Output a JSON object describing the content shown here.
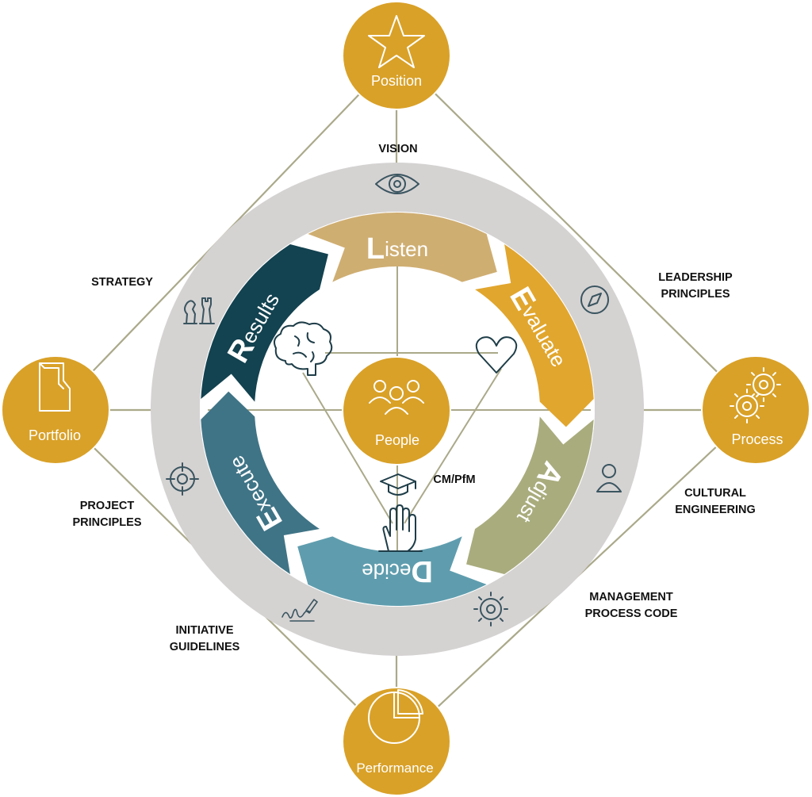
{
  "colors": {
    "gold": "#d9a128",
    "ring": "#d5d2d2",
    "connector": "#aaa98a",
    "listen": "#cfae72",
    "evaluate": "#e1a62e",
    "adjust": "#a9ac7d",
    "decide": "#5f9dae",
    "execute": "#3f7486",
    "results": "#134250",
    "icon": "#3a5560"
  },
  "nodes": {
    "position": "Position",
    "portfolio": "Portfolio",
    "process": "Process",
    "performance": "Performance",
    "center": "People"
  },
  "outer_labels": {
    "vision": "VISION",
    "strategy": "STRATEGY",
    "leadership": [
      "LEADERSHIP",
      "PRINCIPLES"
    ],
    "cultural": [
      "CULTURAL",
      "ENGINEERING"
    ],
    "project": [
      "PROJECT",
      "PRINCIPLES"
    ],
    "management": [
      "MANAGEMENT",
      "PROCESS CODE"
    ],
    "initiative": [
      "INITIATIVE",
      "GUIDELINES"
    ]
  },
  "cycle": {
    "listen": {
      "initial": "L",
      "rest": "isten"
    },
    "evaluate": {
      "initial": "E",
      "rest": "valuate"
    },
    "adjust": {
      "initial": "A",
      "rest": "djust"
    },
    "decide": {
      "initial": "D",
      "rest": "ecide"
    },
    "execute": {
      "initial": "E",
      "rest": "xecute"
    },
    "results": {
      "initial": "R",
      "rest": "esults"
    }
  },
  "center_caption": "CM/PfM",
  "icons": {
    "position": "star-icon",
    "portfolio": "folder-icon",
    "process": "gears-icon",
    "performance": "pie-chart-icon",
    "people": "people-icon",
    "ring": [
      "eye-icon",
      "compass-icon",
      "person-icon",
      "gear-icon",
      "signature-icon",
      "target-icon",
      "chess-icon"
    ],
    "inner": [
      "brain-icon",
      "heart-icon",
      "graduation-cap-icon",
      "raised-hand-icon"
    ]
  }
}
